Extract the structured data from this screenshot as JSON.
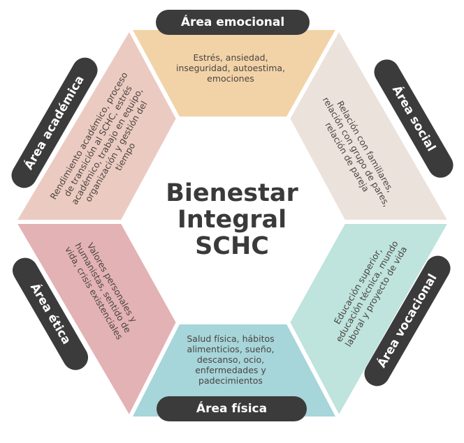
{
  "title": {
    "line1": "Bienestar",
    "line2": "Integral",
    "line3": "SCHC"
  },
  "areas": {
    "emocional": {
      "label": "Área emocional",
      "description": "Estrés, ansiedad, inseguridad, autoestima, emociones",
      "color": "#f2d3a8"
    },
    "social": {
      "label": "Área social",
      "description": "Relación con familiares, relación con grupo de pares, relación de pareja",
      "color": "#ece2dc"
    },
    "vocacional": {
      "label": "Área vocacional",
      "description": "Educación superior, educación técnica, mundo laboral y proyecto de vida",
      "color": "#bfe3dd"
    },
    "fisica": {
      "label": "Área física",
      "description": "Salud física, hábitos alimenticios, sueño, descanso, ocio, enfermedades y padecimientos",
      "color": "#a6d5da"
    },
    "etica": {
      "label": "Área ética",
      "description": "Valores personales y humanistas, sentido de vida, crisis existenciales",
      "color": "#e3b2b5"
    },
    "academica": {
      "label": "Área académica",
      "description": "Rendimiento académico, proceso de transición al SCHC, estrés académico, trabajo en equipo, organización y gestión del tiempo",
      "color": "#ebcbc1"
    }
  },
  "colors": {
    "pill": "#3b3b3b",
    "center": "#ffffff"
  }
}
